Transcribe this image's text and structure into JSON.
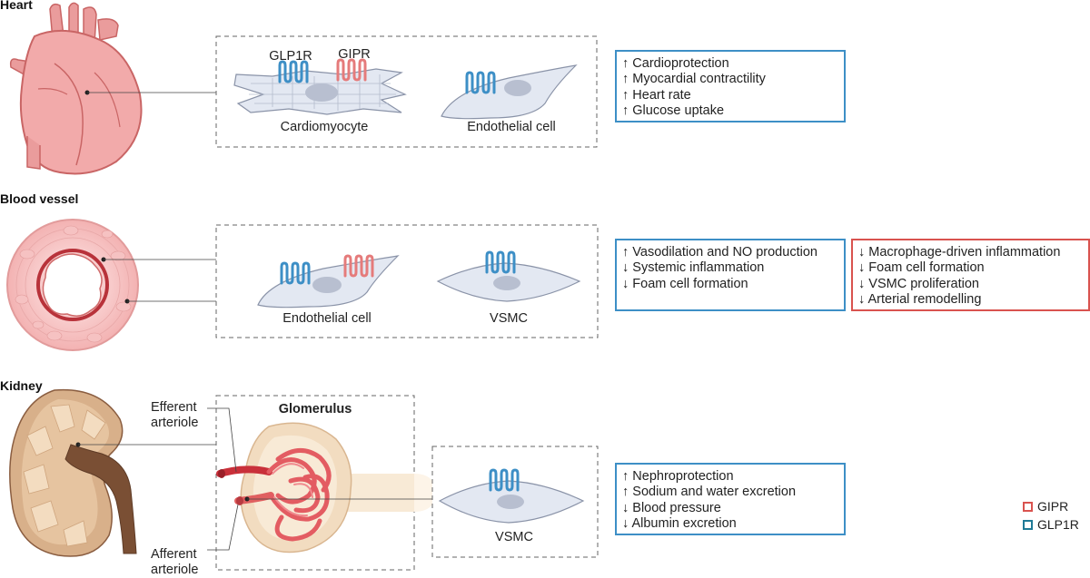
{
  "heart": {
    "title": "Heart",
    "receptor_labels": [
      "GLP1R",
      "GIPR"
    ],
    "cell_labels": [
      "Cardiomyocyte",
      "Endothelial cell"
    ],
    "glp1r_effects": [
      "↑ Cardioprotection",
      "↑ Myocardial contractility",
      "↑ Heart rate",
      "↑ Glucose uptake"
    ]
  },
  "vessel": {
    "title": "Blood vessel",
    "cell_labels": [
      "Endothelial cell",
      "VSMC"
    ],
    "glp1r_effects": [
      "↑ Vasodilation and NO production",
      "↓ Systemic inflammation",
      "↓ Foam cell formation"
    ],
    "gipr_effects": [
      "↓ Macrophage-driven inflammation",
      "↓ Foam cell formation",
      "↓ VSMC proliferation",
      "↓ Arterial remodelling"
    ]
  },
  "kidney": {
    "title": "Kidney",
    "glomerulus_label": "Glomerulus",
    "efferent_label": [
      "Efferent",
      "arteriole"
    ],
    "afferent_label": [
      "Afferent",
      "arteriole"
    ],
    "cell_label": "VSMC",
    "glp1r_effects": [
      "↑ Nephroprotection",
      "↑ Sodium and water excretion",
      "↓ Blood pressure",
      "↓ Albumin excretion"
    ]
  },
  "legend": {
    "items": [
      {
        "label": "GIPR",
        "color": "#d9534f"
      },
      {
        "label": "GLP1R",
        "color": "#1f7a96"
      }
    ]
  },
  "colors": {
    "glp1r": "#3d8fc6",
    "gipr": "#e57b7b",
    "cell_fill": "#e3e8f2",
    "nucleus": "#b8bfd0"
  }
}
